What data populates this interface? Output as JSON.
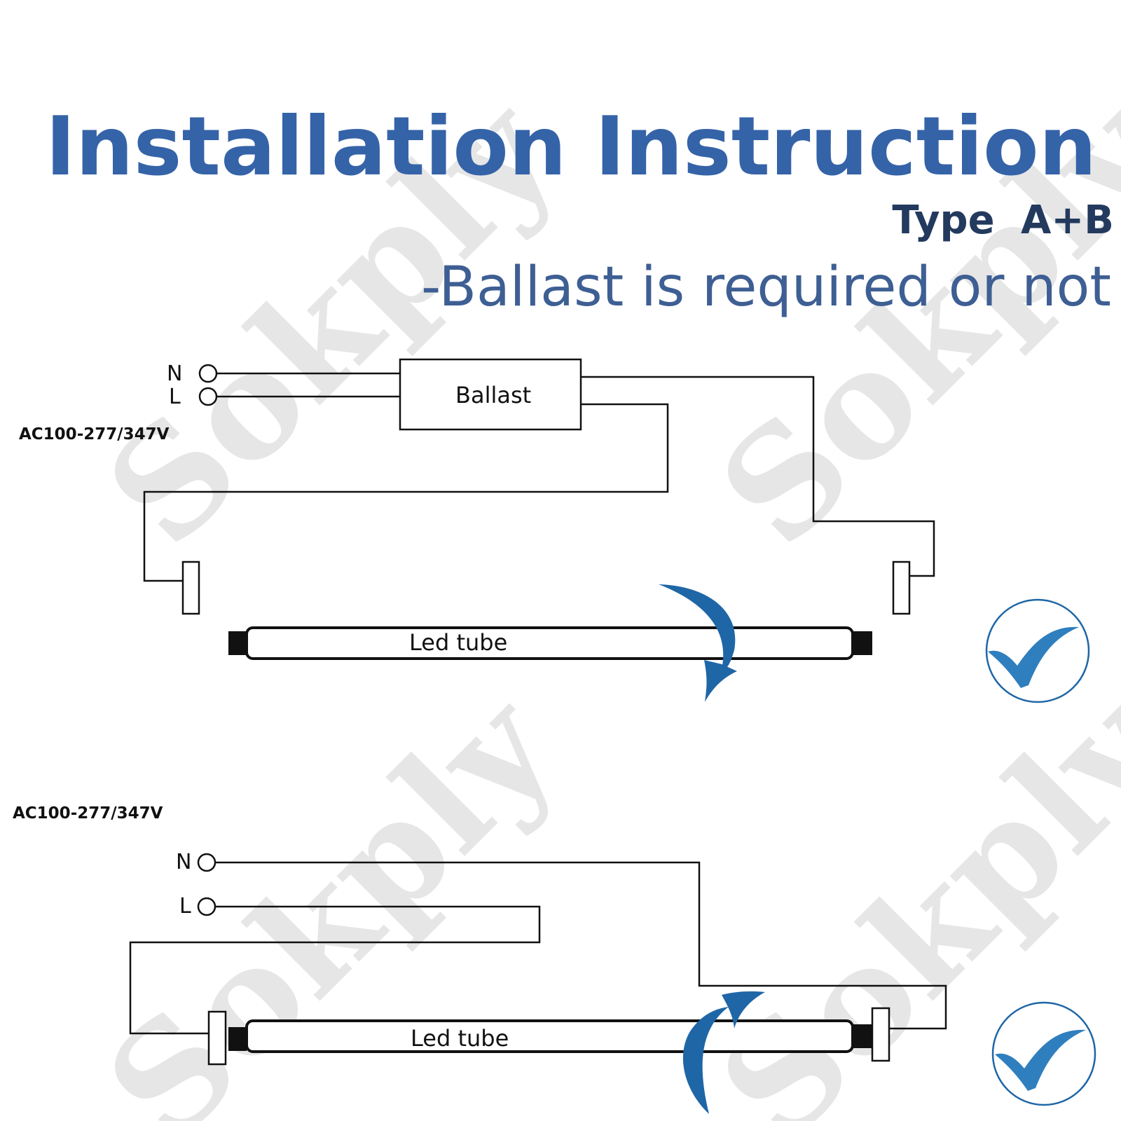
{
  "header": {
    "title": "Installation Instruction",
    "type_label": "Type  A+B",
    "subtitle": "-Ballast is required or not"
  },
  "watermark": {
    "text": "Sokply"
  },
  "diagram_top": {
    "voltage": "AC100-277/347V",
    "terminal_n": "N",
    "terminal_l": "L",
    "ballast_label": "Ballast",
    "tube_label": "Led tube",
    "status": "check-icon"
  },
  "diagram_bottom": {
    "voltage": "AC100-277/347V",
    "terminal_n": "N",
    "terminal_l": "L",
    "tube_label": "Led tube",
    "status": "check-icon"
  },
  "colors": {
    "title": "#3563a8",
    "type_label": "#233a5e",
    "subtitle": "#3e5f93",
    "arrow": "#1f66a6",
    "check": "#2f7fbe",
    "watermark": "#e6e6e6"
  }
}
